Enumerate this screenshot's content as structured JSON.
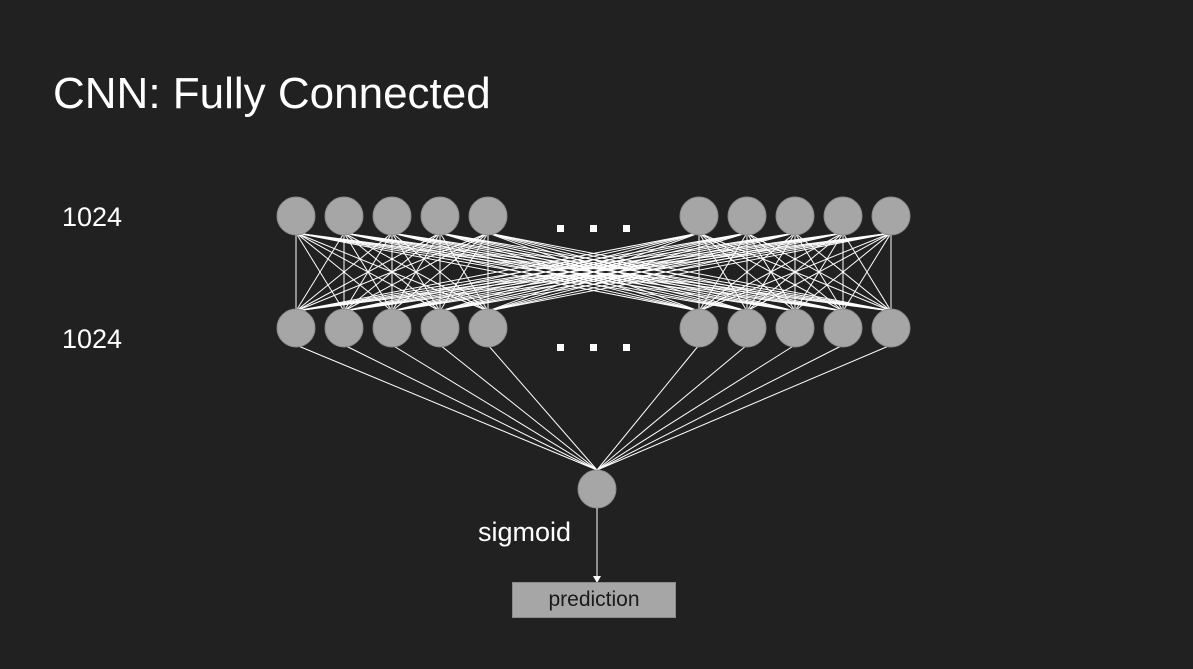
{
  "slide": {
    "title": "CNN: Fully Connected",
    "layers": [
      {
        "units_label": "1024"
      },
      {
        "units_label": "1024"
      }
    ],
    "activation_label": "sigmoid",
    "output_label": "prediction"
  },
  "colors": {
    "background": "#212121",
    "node_fill": "#a6a6a6",
    "connection": "#ffffff",
    "text": "#ffffff"
  }
}
